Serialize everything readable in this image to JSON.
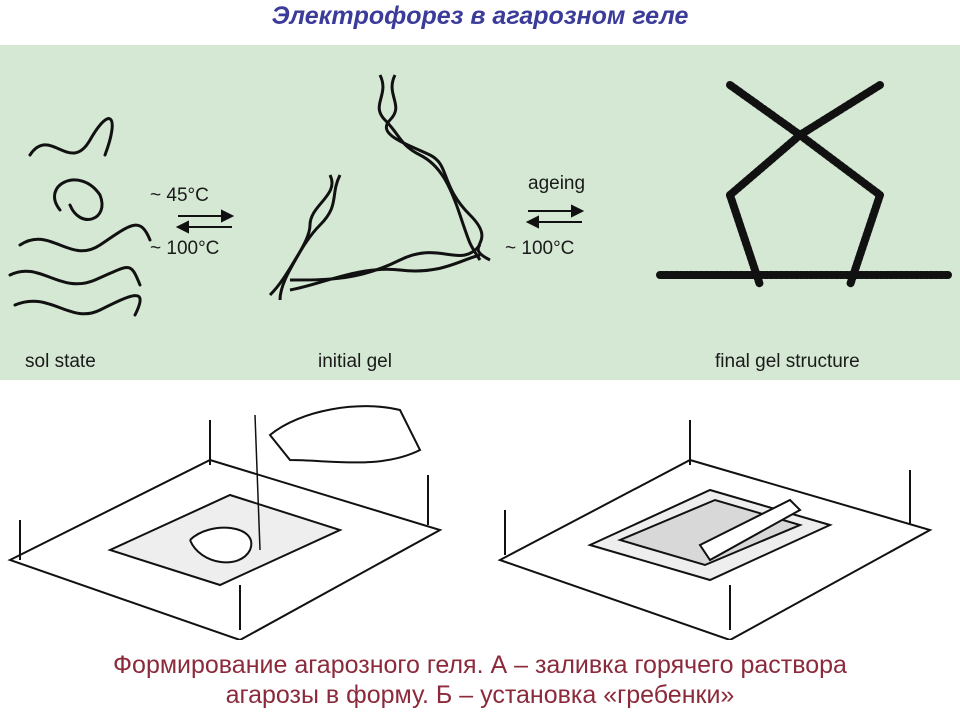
{
  "title": "Электрофорез в агарозном геле",
  "diagram": {
    "sol_label": "sol state",
    "initial_label": "initial gel",
    "final_label": "final gel structure",
    "temp1": "~ 45°C",
    "temp2": "~ 100°C",
    "ageing": "ageing",
    "temp3": "~ 100°C"
  },
  "caption": {
    "line1": "Формирование агарозного геля. А – заливка горячего раствора",
    "line2": "агарозы в форму. Б – установка «гребенки»"
  }
}
